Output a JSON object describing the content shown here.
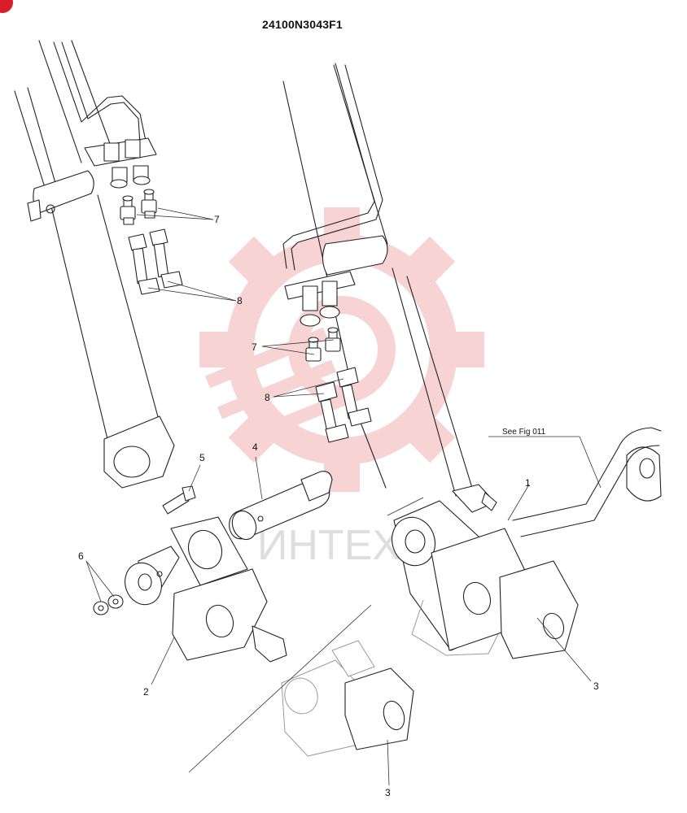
{
  "drawing": {
    "code": "24100N3043F1",
    "see_fig_note": "See Fig 011",
    "watermark_text": "ИНТЕХ",
    "accent_color": "#d71e2a"
  },
  "callouts": {
    "c1": "1",
    "c2": "2",
    "c3a": "3",
    "c3b": "3",
    "c4": "4",
    "c5": "5",
    "c6": "6",
    "c7a": "7",
    "c7b": "7",
    "c8a": "8",
    "c8b": "8"
  }
}
